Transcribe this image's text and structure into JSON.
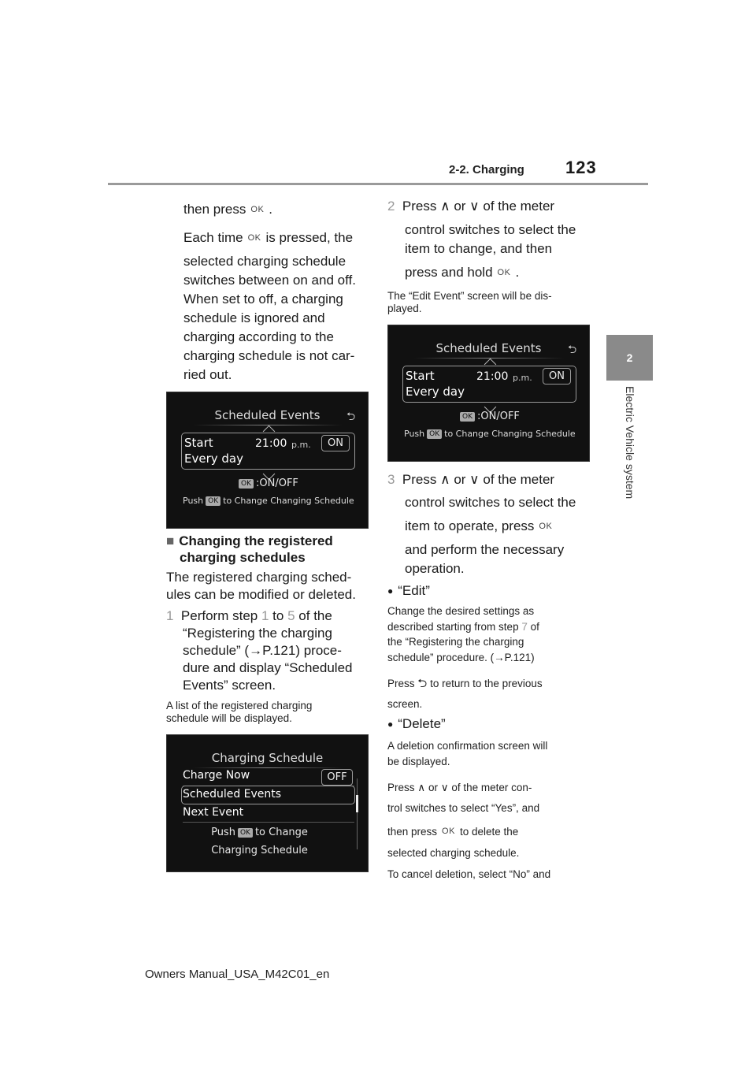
{
  "header": {
    "section": "2-2. Charging",
    "page_number": "123"
  },
  "side_tab": {
    "chapter_number": "2",
    "chapter_title": "Electric Vehicle system"
  },
  "ok_label": "OK",
  "left_col": {
    "line_then_press": "then press",
    "line_period": ".",
    "line_each_time": "Each time",
    "line_is_pressed": "is pressed, the",
    "lines": [
      "selected charging schedule",
      "switches between on and off.",
      "When set to off, a charging",
      "schedule is ignored and",
      "charging according to the",
      "charging schedule is not car-",
      "ried out."
    ],
    "subheading_line1": "Changing the registered",
    "subheading_line2": "charging schedules",
    "para_lines": [
      "The registered charging sched-",
      "ules can be modified or deleted."
    ],
    "step1_num": "1",
    "step1_a": "Perform step",
    "step1_ref1": "1",
    "step1_to": "to",
    "step1_ref5": "5",
    "step1_b": "of the",
    "step1_lines": [
      "“Registering the charging",
      "schedule” (→P.121) proce-",
      "dure and display “Scheduled",
      "Events” screen."
    ],
    "note_lines": [
      "A list of the registered charging",
      "schedule will be displayed."
    ]
  },
  "screen_scheduled": {
    "title": "Scheduled Events",
    "item_start": "Start",
    "item_everyday": "Every day",
    "time": "21:00",
    "ampm": "p.m.",
    "state": "ON",
    "hint_onoff": ":ON/OFF",
    "hint_push": "Push",
    "hint_change": "to Change Changing Schedule"
  },
  "screen_charging": {
    "title": "Charging Schedule",
    "row1": "Charge Now",
    "row1_state": "OFF",
    "row2": "Scheduled Events",
    "row3": "Next Event",
    "hint_push": "Push",
    "hint_change": "to Change",
    "hint_schedule": "Charging Schedule"
  },
  "right_col": {
    "step2_num": "2",
    "step2_press": "Press",
    "step2_or": "or",
    "step2_of_meter": "of the meter",
    "step2_lines": [
      "control switches to select the",
      "item to change, and then"
    ],
    "step2_hold": "press and hold",
    "step2_period": ".",
    "note2_lines": [
      "The “Edit Event” screen will be dis-",
      "played."
    ],
    "step3_num": "3",
    "step3_press": "Press",
    "step3_or": "or",
    "step3_of_meter": "of the meter",
    "step3_line2": "control switches to select the",
    "step3_line3": "item to operate, press",
    "step3_lines_end": [
      "and perform the necessary",
      "operation."
    ],
    "edit_bullet": "“Edit”",
    "edit_line1": "Change the desired settings as",
    "edit_line2a": "described starting from step",
    "edit_line2_ref": "7",
    "edit_line2b": "of",
    "edit_lines_end": [
      "the “Registering the charging",
      "schedule” procedure. (→P.121)"
    ],
    "back_press": "Press",
    "back_text": "to return to the previous",
    "back_end": "screen.",
    "delete_bullet": "“Delete”",
    "delete_lines": [
      "A deletion confirmation screen will",
      "be displayed."
    ],
    "del_press": "Press",
    "del_or": "or",
    "del_of_meter": "of the meter con-",
    "del_line2": "trol switches to select “Yes”, and",
    "del_then": "then press",
    "del_to_delete": "to delete the",
    "del_line4": "selected charging schedule.",
    "del_line5": "To cancel deletion, select “No” and"
  },
  "footer": {
    "text": "Owners Manual_USA_M42C01_en"
  }
}
